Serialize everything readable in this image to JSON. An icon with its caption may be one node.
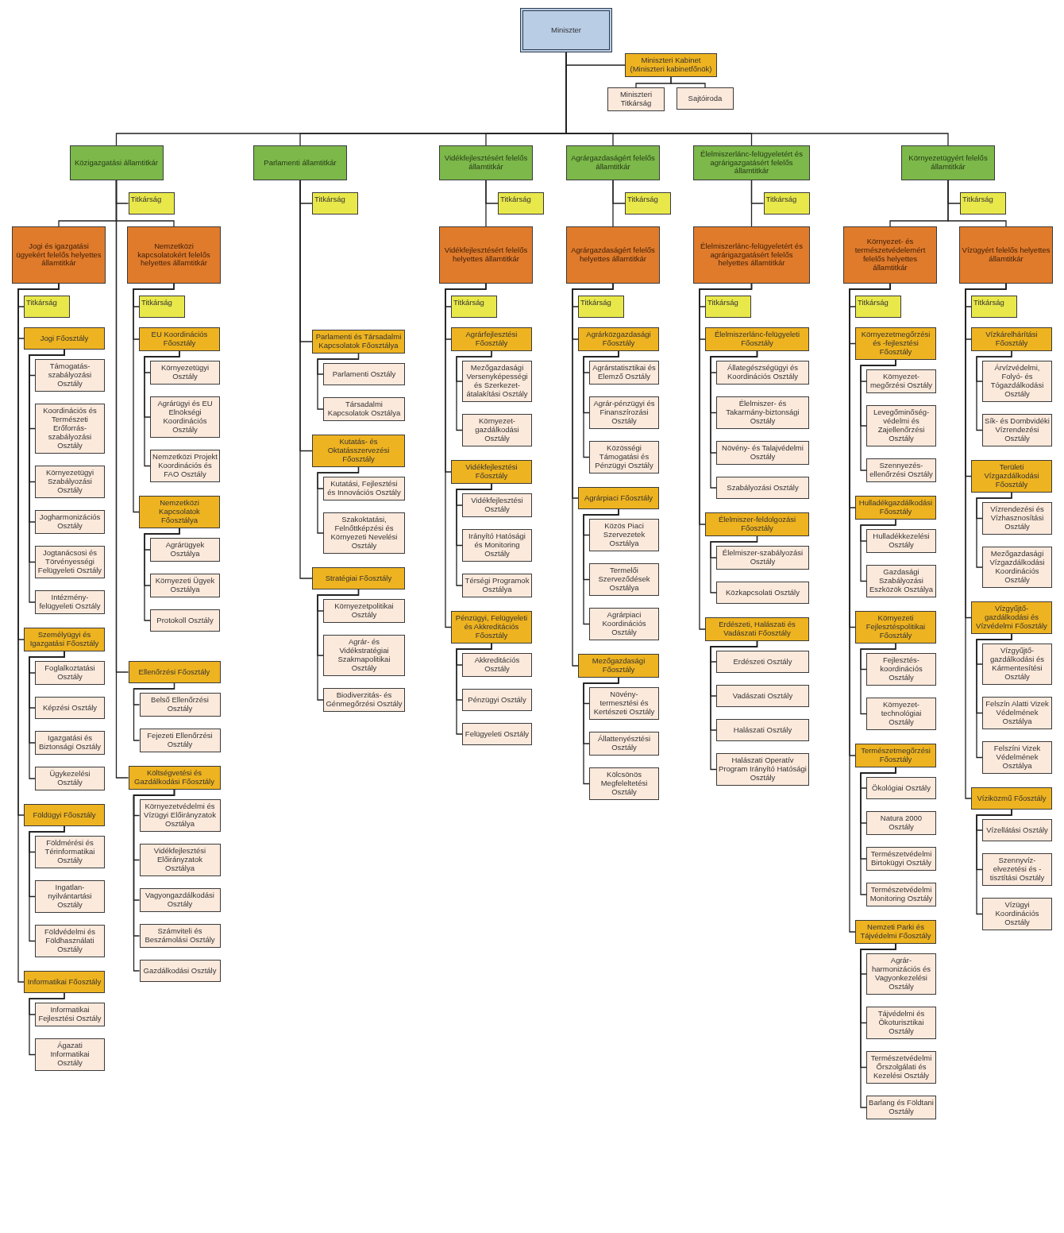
{
  "diagram": {
    "nodes": [
      {
        "text": [
          "Miniszter"
        ]
      },
      {
        "text": [
          "Miniszteri Kabinet (Miniszteri kabinetfőnök)"
        ]
      },
      {
        "text": [
          "Miniszteri Titkárság"
        ]
      },
      {
        "text": [
          "Sajtóiroda"
        ]
      },
      {
        "text": [
          "Közigazgatási államtitkár"
        ]
      },
      {
        "text": [
          "Titkárság"
        ]
      },
      {
        "text": [
          "Jogi és igazgatási ügyekért felelős helyettes államtitkár"
        ]
      },
      {
        "text": [
          "Titkárság"
        ]
      },
      {
        "text": [
          "Jogi Főosztály"
        ]
      },
      {
        "text": [
          "Támogatás-szabályozási Osztály"
        ]
      },
      {
        "text": [
          "Koordinációs és Természeti Erőforrás-szabályozási Osztály"
        ]
      },
      {
        "text": [
          "Környezetügyi Szabályozási Osztály"
        ]
      },
      {
        "text": [
          "Jogharmonizációs Osztály"
        ]
      },
      {
        "text": [
          "Jogtanácsosi és Törvényességi Felügyeleti Osztály"
        ]
      },
      {
        "text": [
          "Intézmény-felügyeleti Osztály"
        ]
      },
      {
        "text": [
          "Személyügyi és Igazgatási Főosztály"
        ]
      },
      {
        "text": [
          "Foglalkoztatási Osztály"
        ]
      },
      {
        "text": [
          "Képzési Osztály"
        ]
      },
      {
        "text": [
          "Igazgatási és Biztonsági Osztály"
        ]
      },
      {
        "text": [
          "Ügykezelési Osztály"
        ]
      },
      {
        "text": [
          "Földügyi Főosztály"
        ]
      },
      {
        "text": [
          "Földmérési és Térinformatikai Osztály"
        ]
      },
      {
        "text": [
          "Ingatlan-nyilvántartási Osztály"
        ]
      },
      {
        "text": [
          "Földvédelmi és Földhasználati Osztály"
        ]
      },
      {
        "text": [
          "Informatikai Főosztály"
        ]
      },
      {
        "text": [
          "Informatikai Fejlesztési Osztály"
        ]
      },
      {
        "text": [
          "Ágazati Informatikai Osztály"
        ]
      },
      {
        "text": [
          "Nemzetközi kapcsolatokért felelős helyettes államtitkár"
        ]
      },
      {
        "text": [
          "Titkárság"
        ]
      },
      {
        "text": [
          "EU Koordinációs Főosztály"
        ]
      },
      {
        "text": [
          "Környezetügyi Osztály"
        ]
      },
      {
        "text": [
          "Agrárügyi és EU Elnökségi Koordinációs Osztály"
        ]
      },
      {
        "text": [
          "Nemzetközi Projekt Koordinációs és FAO Osztály"
        ]
      },
      {
        "text": [
          "Nemzetközi Kapcsolatok Főosztálya"
        ]
      },
      {
        "text": [
          "Agrárügyek Osztálya"
        ]
      },
      {
        "text": [
          "Környezeti Ügyek Osztálya"
        ]
      },
      {
        "text": [
          "Protokoll Osztály"
        ]
      },
      {
        "text": [
          "Ellenőrzési Főosztály"
        ]
      },
      {
        "text": [
          "Belső Ellenőrzési Osztály"
        ]
      },
      {
        "text": [
          "Fejezeti Ellenőrzési Osztály"
        ]
      },
      {
        "text": [
          "Költségvetési és Gazdálkodási Főosztály"
        ]
      },
      {
        "text": [
          "Környezetvédelmi és Vízügyi Előirányzatok Osztálya"
        ]
      },
      {
        "text": [
          "Vidékfejlesztési Előirányzatok Osztálya"
        ]
      },
      {
        "text": [
          "Vagyongazdálkodási Osztály"
        ]
      },
      {
        "text": [
          "Számviteli és Beszámolási Osztály"
        ]
      },
      {
        "text": [
          "Gazdálkodási Osztály"
        ]
      },
      {
        "text": [
          "Parlamenti államtitkár"
        ]
      },
      {
        "text": [
          "Titkárság"
        ]
      },
      {
        "text": [
          "Parlamenti és Társadalmi Kapcsolatok Főosztálya"
        ]
      },
      {
        "text": [
          "Parlamenti Osztály"
        ]
      },
      {
        "text": [
          "Társadalmi Kapcsolatok Osztálya"
        ]
      },
      {
        "text": [
          "Kutatás- és Oktatásszervezési Főosztály"
        ]
      },
      {
        "text": [
          "Kutatási, Fejlesztési és Innovációs Osztály"
        ]
      },
      {
        "text": [
          "Szakoktatási, Felnőttképzési és Környezeti Nevelési Osztály"
        ]
      },
      {
        "text": [
          "Stratégiai Főosztály"
        ]
      },
      {
        "text": [
          "Környezetpolitikai Osztály"
        ]
      },
      {
        "text": [
          "Agrár- és Vidékstratégiai Szakmapolitikai Osztály"
        ]
      },
      {
        "text": [
          "Biodiverzitás- és Génmegőrzési Osztály"
        ]
      },
      {
        "text": [
          "Vidékfejlesztésért felelős államtitkár"
        ]
      },
      {
        "text": [
          "Titkárság"
        ]
      },
      {
        "text": [
          "Vidékfejlesztésért felelős helyettes államtitkár"
        ]
      },
      {
        "text": [
          "Titkárság"
        ]
      },
      {
        "text": [
          "Agrárfejlesztési Főosztály"
        ]
      },
      {
        "text": [
          "Mezőgazdasági Versenyképességi és Szerkezet-átalakítási Osztály"
        ]
      },
      {
        "text": [
          "Környezet-gazdálkodási Osztály"
        ]
      },
      {
        "text": [
          "Vidékfejlesztési Főosztály"
        ]
      },
      {
        "text": [
          "Vidékfejlesztési Osztály"
        ]
      },
      {
        "text": [
          "Irányító Hatósági és Monitoring Osztály"
        ]
      },
      {
        "text": [
          "Térségi Programok Osztálya"
        ]
      },
      {
        "text": [
          "Pénzügyi, Felügyeleti és Akkreditációs Főosztály"
        ]
      },
      {
        "text": [
          "Akkreditációs Osztály"
        ]
      },
      {
        "text": [
          "Pénzügyi Osztály"
        ]
      },
      {
        "text": [
          "Felügyeleti Osztály"
        ]
      },
      {
        "text": [
          "Agrárgazdaságért felelős államtitkár"
        ]
      },
      {
        "text": [
          "Titkárság"
        ]
      },
      {
        "text": [
          "Agrárgazdaságért felelős helyettes államtitkár"
        ]
      },
      {
        "text": [
          "Titkárság"
        ]
      },
      {
        "text": [
          "Agrárközgazdasági Főosztály"
        ]
      },
      {
        "text": [
          "Agrárstatisztikai és Elemző Osztály"
        ]
      },
      {
        "text": [
          "Agrár-pénzügyi és Finanszírozási Osztály"
        ]
      },
      {
        "text": [
          "Közösségi Támogatási és Pénzügyi Osztály"
        ]
      },
      {
        "text": [
          "Agrárpiaci Főosztály"
        ]
      },
      {
        "text": [
          "Közös Piaci Szervezetek Osztálya"
        ]
      },
      {
        "text": [
          "Termelői Szerveződések Osztálya"
        ]
      },
      {
        "text": [
          "Agrárpiaci Koordinációs Osztály"
        ]
      },
      {
        "text": [
          "Mezőgazdasági Főosztály"
        ]
      },
      {
        "text": [
          "Növény-termesztési és Kertészeti Osztály"
        ]
      },
      {
        "text": [
          "Állattenyésztési Osztály"
        ]
      },
      {
        "text": [
          "Kölcsönös Megfeleltetési Osztály"
        ]
      },
      {
        "text": [
          "Élelmiszerlánc-felügyeletért és agrárigazgatásért felelős államtitkár"
        ]
      },
      {
        "text": [
          "Titkárság"
        ]
      },
      {
        "text": [
          "Élelmiszerlánc-felügyeletért és agrárigazgatásért felelős helyettes államtitkár"
        ]
      },
      {
        "text": [
          "Titkárság"
        ]
      },
      {
        "text": [
          "Élelmiszerlánc-felügyeleti Főosztály"
        ]
      },
      {
        "text": [
          "Állategészségügyi és Koordinációs Osztály"
        ]
      },
      {
        "text": [
          "Élelmiszer- és Takarmány-biztonsági Osztály"
        ]
      },
      {
        "text": [
          "Növény- és Talajvédelmi Osztály"
        ]
      },
      {
        "text": [
          "Szabályozási Osztály"
        ]
      },
      {
        "text": [
          "Élelmiszer-feldolgozási Főosztály"
        ]
      },
      {
        "text": [
          "Élelmiszer-szabályozási Osztály"
        ]
      },
      {
        "text": [
          "Közkapcsolati Osztály"
        ]
      },
      {
        "text": [
          "Erdészeti, Halászati és Vadászati Főosztály"
        ]
      },
      {
        "text": [
          "Erdészeti Osztály"
        ]
      },
      {
        "text": [
          "Vadászati Osztály"
        ]
      },
      {
        "text": [
          "Halászati Osztály"
        ]
      },
      {
        "text": [
          "Halászati Operatív Program Irányító Hatósági Osztály"
        ]
      },
      {
        "text": [
          "Környezetügyért felelős államtitkár"
        ]
      },
      {
        "text": [
          "Titkárság"
        ]
      },
      {
        "text": [
          "Környezet- és természetvédelemért felelős helyettes államtitkár"
        ]
      },
      {
        "text": [
          "Titkárság"
        ]
      },
      {
        "text": [
          "Környezetmegőrzési és -fejlesztési Főosztály"
        ]
      },
      {
        "text": [
          "Környezet-megőrzési Osztály"
        ]
      },
      {
        "text": [
          "Levegőminőség-védelmi és Zajellenőrzési Osztály"
        ]
      },
      {
        "text": [
          "Szennyezés-ellenőrzési Osztály"
        ]
      },
      {
        "text": [
          "Hulladékgazdálkodási Főosztály"
        ]
      },
      {
        "text": [
          "Hulladékkezelési Osztály"
        ]
      },
      {
        "text": [
          "Gazdasági Szabályozási Eszközök Osztálya"
        ]
      },
      {
        "text": [
          "Környezeti Fejlesztéspolitikai Főosztály"
        ]
      },
      {
        "text": [
          "Fejlesztés-koordinációs Osztály"
        ]
      },
      {
        "text": [
          "Környezet-technológiai Osztály"
        ]
      },
      {
        "text": [
          "Természetmegőrzési Főosztály"
        ]
      },
      {
        "text": [
          "Ökológiai Osztály"
        ]
      },
      {
        "text": [
          "Natura 2000 Osztály"
        ]
      },
      {
        "text": [
          "Természetvédelmi Birtokügyi Osztály"
        ]
      },
      {
        "text": [
          "Természetvédelmi Monitoring Osztály"
        ]
      },
      {
        "text": [
          "Nemzeti Parki és Tájvédelmi Főosztály"
        ]
      },
      {
        "text": [
          "Agrár-harmonizációs és Vagyonkezelési Osztály"
        ]
      },
      {
        "text": [
          "Tájvédelmi és Ökoturisztikai Osztály"
        ]
      },
      {
        "text": [
          "Természetvédelmi Őrszolgálati és Kezelési Osztály"
        ]
      },
      {
        "text": [
          "Barlang és Földtani Osztály"
        ]
      },
      {
        "text": [
          "Vízügyért felelős helyettes államtitkár"
        ]
      },
      {
        "text": [
          "Titkárság"
        ]
      },
      {
        "text": [
          "Vízkárelhárítási Főosztály"
        ]
      },
      {
        "text": [
          "Árvízvédelmi, Folyó- és Tógazdálkodási Osztály"
        ]
      },
      {
        "text": [
          "Sík- és Dombvidéki Vízrendezési Osztály"
        ]
      },
      {
        "text": [
          "Területi Vízgazdálkodási Főosztály"
        ]
      },
      {
        "text": [
          "Vízrendezési és Vízhasznosítási Osztály"
        ]
      },
      {
        "text": [
          "Mezőgazdasági Vízgazdálkodási Koordinációs Osztály"
        ]
      },
      {
        "text": [
          "Vízgyűjtő-gazdálkodási és Vízvédelmi Főosztály"
        ]
      },
      {
        "text": [
          "Vízgyűjtő-gazdálkodási és Kármentesítési Osztály"
        ]
      },
      {
        "text": [
          "Felszín Alatti Vizek Védelmének Osztálya"
        ]
      },
      {
        "text": [
          "Felszíni Vizek Védelmének Osztálya"
        ]
      },
      {
        "text": [
          "Víziközmű Főosztály"
        ]
      },
      {
        "text": [
          "Vízellátási Osztály"
        ]
      },
      {
        "text": [
          "Szennyvíz-elvezetési és -tisztítási Osztály"
        ]
      },
      {
        "text": [
          "Vízügyi Koordinációs Osztály"
        ]
      }
    ],
    "edges": [
      {
        "from": 0,
        "to": 1,
        "arrow": "none"
      },
      {
        "from": 1,
        "to": 2,
        "arrow": "none"
      },
      {
        "from": 1,
        "to": 3,
        "arrow": "none"
      },
      {
        "from": 0,
        "to": 4,
        "arrow": "none"
      },
      {
        "from": 4,
        "to": 5,
        "arrow": "none"
      },
      {
        "from": 4,
        "to": 6,
        "arrow": "none"
      },
      {
        "from": 6,
        "to": 7,
        "arrow": "none"
      },
      {
        "from": 6,
        "to": 8,
        "arrow": "none"
      },
      {
        "from": 8,
        "to": 9,
        "arrow": "none"
      },
      {
        "from": 8,
        "to": 10,
        "arrow": "none"
      },
      {
        "from": 8,
        "to": 11,
        "arrow": "none"
      },
      {
        "from": 8,
        "to": 12,
        "arrow": "none"
      },
      {
        "from": 8,
        "to": 13,
        "arrow": "none"
      },
      {
        "from": 8,
        "to": 14,
        "arrow": "none"
      },
      {
        "from": 6,
        "to": 15,
        "arrow": "none"
      },
      {
        "from": 15,
        "to": 16,
        "arrow": "none"
      },
      {
        "from": 15,
        "to": 17,
        "arrow": "none"
      },
      {
        "from": 15,
        "to": 18,
        "arrow": "none"
      },
      {
        "from": 15,
        "to": 19,
        "arrow": "none"
      },
      {
        "from": 6,
        "to": 20,
        "arrow": "none"
      },
      {
        "from": 20,
        "to": 21,
        "arrow": "none"
      },
      {
        "from": 20,
        "to": 22,
        "arrow": "none"
      },
      {
        "from": 20,
        "to": 23,
        "arrow": "none"
      },
      {
        "from": 6,
        "to": 24,
        "arrow": "none"
      },
      {
        "from": 24,
        "to": 25,
        "arrow": "none"
      },
      {
        "from": 24,
        "to": 26,
        "arrow": "none"
      },
      {
        "from": 4,
        "to": 27,
        "arrow": "none"
      },
      {
        "from": 27,
        "to": 28,
        "arrow": "none"
      },
      {
        "from": 27,
        "to": 29,
        "arrow": "none"
      },
      {
        "from": 29,
        "to": 30,
        "arrow": "none"
      },
      {
        "from": 29,
        "to": 31,
        "arrow": "none"
      },
      {
        "from": 29,
        "to": 32,
        "arrow": "none"
      },
      {
        "from": 27,
        "to": 33,
        "arrow": "none"
      },
      {
        "from": 33,
        "to": 34,
        "arrow": "none"
      },
      {
        "from": 33,
        "to": 35,
        "arrow": "none"
      },
      {
        "from": 33,
        "to": 36,
        "arrow": "none"
      },
      {
        "from": 4,
        "to": 37,
        "arrow": "none"
      },
      {
        "from": 37,
        "to": 38,
        "arrow": "none"
      },
      {
        "from": 37,
        "to": 39,
        "arrow": "none"
      },
      {
        "from": 4,
        "to": 40,
        "arrow": "none"
      },
      {
        "from": 40,
        "to": 41,
        "arrow": "none"
      },
      {
        "from": 40,
        "to": 42,
        "arrow": "none"
      },
      {
        "from": 40,
        "to": 43,
        "arrow": "none"
      },
      {
        "from": 40,
        "to": 44,
        "arrow": "none"
      },
      {
        "from": 40,
        "to": 45,
        "arrow": "none"
      },
      {
        "from": 0,
        "to": 46,
        "arrow": "none"
      },
      {
        "from": 46,
        "to": 47,
        "arrow": "none"
      },
      {
        "from": 46,
        "to": 48,
        "arrow": "none"
      },
      {
        "from": 48,
        "to": 49,
        "arrow": "none"
      },
      {
        "from": 48,
        "to": 50,
        "arrow": "none"
      },
      {
        "from": 46,
        "to": 51,
        "arrow": "none"
      },
      {
        "from": 51,
        "to": 52,
        "arrow": "none"
      },
      {
        "from": 51,
        "to": 53,
        "arrow": "none"
      },
      {
        "from": 46,
        "to": 54,
        "arrow": "none"
      },
      {
        "from": 54,
        "to": 55,
        "arrow": "none"
      },
      {
        "from": 54,
        "to": 56,
        "arrow": "none"
      },
      {
        "from": 54,
        "to": 57,
        "arrow": "none"
      },
      {
        "from": 0,
        "to": 58,
        "arrow": "none"
      },
      {
        "from": 58,
        "to": 59,
        "arrow": "none"
      },
      {
        "from": 58,
        "to": 60,
        "arrow": "none"
      },
      {
        "from": 60,
        "to": 61,
        "arrow": "none"
      },
      {
        "from": 60,
        "to": 62,
        "arrow": "none"
      },
      {
        "from": 62,
        "to": 63,
        "arrow": "none"
      },
      {
        "from": 62,
        "to": 64,
        "arrow": "none"
      },
      {
        "from": 60,
        "to": 65,
        "arrow": "none"
      },
      {
        "from": 65,
        "to": 66,
        "arrow": "none"
      },
      {
        "from": 65,
        "to": 67,
        "arrow": "none"
      },
      {
        "from": 65,
        "to": 68,
        "arrow": "none"
      },
      {
        "from": 60,
        "to": 69,
        "arrow": "none"
      },
      {
        "from": 69,
        "to": 70,
        "arrow": "none"
      },
      {
        "from": 69,
        "to": 71,
        "arrow": "none"
      },
      {
        "from": 69,
        "to": 72,
        "arrow": "none"
      },
      {
        "from": 0,
        "to": 73,
        "arrow": "none"
      },
      {
        "from": 73,
        "to": 74,
        "arrow": "none"
      },
      {
        "from": 73,
        "to": 75,
        "arrow": "none"
      },
      {
        "from": 75,
        "to": 76,
        "arrow": "none"
      },
      {
        "from": 75,
        "to": 77,
        "arrow": "none"
      },
      {
        "from": 77,
        "to": 78,
        "arrow": "none"
      },
      {
        "from": 77,
        "to": 79,
        "arrow": "none"
      },
      {
        "from": 77,
        "to": 80,
        "arrow": "none"
      },
      {
        "from": 75,
        "to": 81,
        "arrow": "none"
      },
      {
        "from": 81,
        "to": 82,
        "arrow": "none"
      },
      {
        "from": 81,
        "to": 83,
        "arrow": "none"
      },
      {
        "from": 81,
        "to": 84,
        "arrow": "none"
      },
      {
        "from": 75,
        "to": 85,
        "arrow": "none"
      },
      {
        "from": 85,
        "to": 86,
        "arrow": "none"
      },
      {
        "from": 85,
        "to": 87,
        "arrow": "none"
      },
      {
        "from": 85,
        "to": 88,
        "arrow": "none"
      },
      {
        "from": 0,
        "to": 89,
        "arrow": "none"
      },
      {
        "from": 89,
        "to": 90,
        "arrow": "none"
      },
      {
        "from": 89,
        "to": 91,
        "arrow": "none"
      },
      {
        "from": 91,
        "to": 92,
        "arrow": "none"
      },
      {
        "from": 91,
        "to": 93,
        "arrow": "none"
      },
      {
        "from": 93,
        "to": 94,
        "arrow": "none"
      },
      {
        "from": 93,
        "to": 95,
        "arrow": "none"
      },
      {
        "from": 93,
        "to": 96,
        "arrow": "none"
      },
      {
        "from": 93,
        "to": 97,
        "arrow": "none"
      },
      {
        "from": 91,
        "to": 98,
        "arrow": "none"
      },
      {
        "from": 98,
        "to": 99,
        "arrow": "none"
      },
      {
        "from": 98,
        "to": 100,
        "arrow": "none"
      },
      {
        "from": 91,
        "to": 101,
        "arrow": "none"
      },
      {
        "from": 101,
        "to": 102,
        "arrow": "none"
      },
      {
        "from": 101,
        "to": 103,
        "arrow": "none"
      },
      {
        "from": 101,
        "to": 104,
        "arrow": "none"
      },
      {
        "from": 101,
        "to": 105,
        "arrow": "none"
      },
      {
        "from": 0,
        "to": 106,
        "arrow": "none"
      },
      {
        "from": 106,
        "to": 107,
        "arrow": "none"
      },
      {
        "from": 106,
        "to": 108,
        "arrow": "none"
      },
      {
        "from": 108,
        "to": 109,
        "arrow": "none"
      },
      {
        "from": 108,
        "to": 110,
        "arrow": "none"
      },
      {
        "from": 110,
        "to": 111,
        "arrow": "none"
      },
      {
        "from": 110,
        "to": 112,
        "arrow": "none"
      },
      {
        "from": 110,
        "to": 113,
        "arrow": "none"
      },
      {
        "from": 108,
        "to": 114,
        "arrow": "none"
      },
      {
        "from": 114,
        "to": 115,
        "arrow": "none"
      },
      {
        "from": 114,
        "to": 116,
        "arrow": "none"
      },
      {
        "from": 108,
        "to": 117,
        "arrow": "none"
      },
      {
        "from": 117,
        "to": 118,
        "arrow": "none"
      },
      {
        "from": 117,
        "to": 119,
        "arrow": "none"
      },
      {
        "from": 108,
        "to": 120,
        "arrow": "none"
      },
      {
        "from": 120,
        "to": 121,
        "arrow": "none"
      },
      {
        "from": 120,
        "to": 122,
        "arrow": "none"
      },
      {
        "from": 120,
        "to": 123,
        "arrow": "none"
      },
      {
        "from": 120,
        "to": 124,
        "arrow": "none"
      },
      {
        "from": 108,
        "to": 125,
        "arrow": "none"
      },
      {
        "from": 125,
        "to": 126,
        "arrow": "none"
      },
      {
        "from": 125,
        "to": 127,
        "arrow": "none"
      },
      {
        "from": 125,
        "to": 128,
        "arrow": "none"
      },
      {
        "from": 125,
        "to": 129,
        "arrow": "none"
      },
      {
        "from": 106,
        "to": 130,
        "arrow": "none"
      },
      {
        "from": 130,
        "to": 131,
        "arrow": "none"
      },
      {
        "from": 130,
        "to": 132,
        "arrow": "none"
      },
      {
        "from": 132,
        "to": 133,
        "arrow": "none"
      },
      {
        "from": 132,
        "to": 134,
        "arrow": "none"
      },
      {
        "from": 130,
        "to": 135,
        "arrow": "none"
      },
      {
        "from": 135,
        "to": 136,
        "arrow": "none"
      },
      {
        "from": 135,
        "to": 137,
        "arrow": "none"
      },
      {
        "from": 130,
        "to": 138,
        "arrow": "none"
      },
      {
        "from": 138,
        "to": 139,
        "arrow": "none"
      },
      {
        "from": 138,
        "to": 140,
        "arrow": "none"
      },
      {
        "from": 138,
        "to": 141,
        "arrow": "none"
      },
      {
        "from": 130,
        "to": 142,
        "arrow": "none"
      },
      {
        "from": 142,
        "to": 143,
        "arrow": "none"
      },
      {
        "from": 142,
        "to": 144,
        "arrow": "none"
      },
      {
        "from": 142,
        "to": 145,
        "arrow": "none"
      }
    ]
  }
}
